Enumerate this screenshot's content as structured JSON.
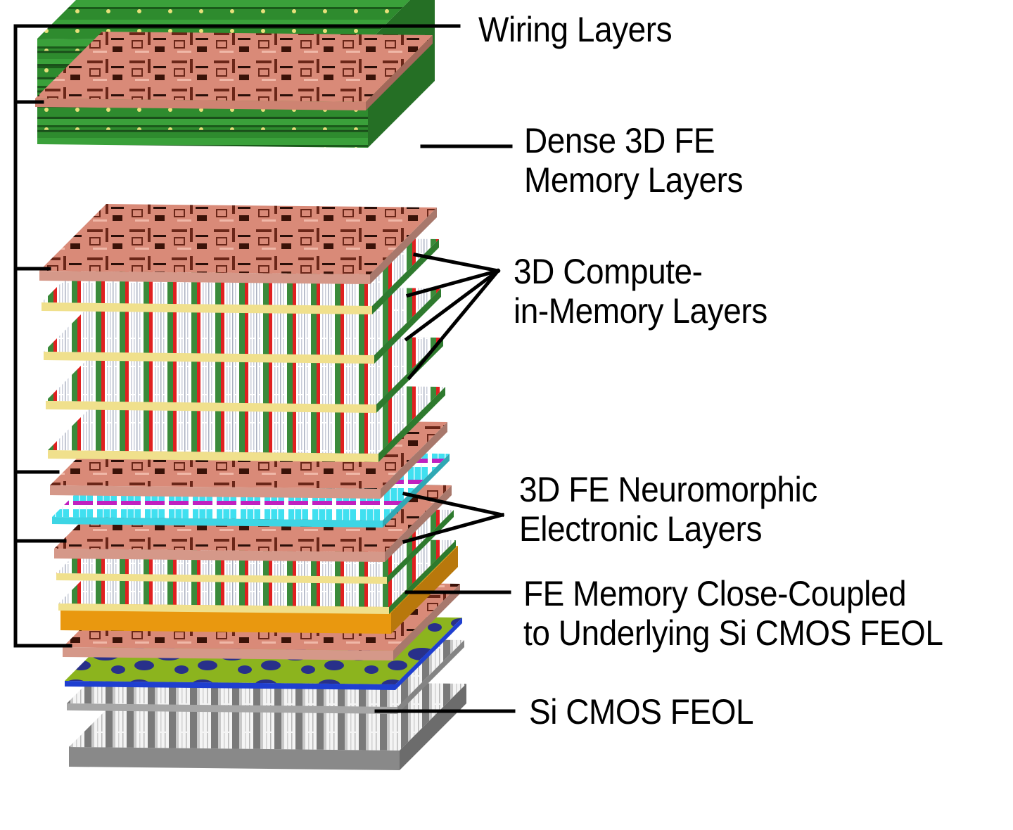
{
  "title": "3D Monolithic Integration Stack",
  "labels": {
    "wiring": {
      "lines": [
        "Wiring Layers"
      ]
    },
    "dense_memory": {
      "lines": [
        "Dense 3D FE",
        "Memory Layers"
      ]
    },
    "compute_in_memory": {
      "lines": [
        "3D Compute-",
        "in-Memory Layers"
      ]
    },
    "neuromorphic": {
      "lines": [
        "3D FE Neuromorphic",
        "Electronic Layers"
      ]
    },
    "close_coupled": {
      "lines": [
        "FE Memory Close-Coupled",
        "to Underlying Si CMOS FEOL"
      ]
    },
    "feol": {
      "lines": [
        "Si CMOS FEOL"
      ]
    }
  },
  "layers": [
    {
      "id": "wiring-top",
      "kind": "wiring",
      "color": "#d98a78"
    },
    {
      "id": "dense-fe-memory",
      "kind": "dense",
      "color": "#2e8b2e",
      "sublayers": 8
    },
    {
      "id": "wiring-2",
      "kind": "wiring",
      "color": "#e0a090"
    },
    {
      "id": "cim-1",
      "kind": "cim",
      "color": "#3a8a3a"
    },
    {
      "id": "cim-2",
      "kind": "cim",
      "color": "#3a8a3a"
    },
    {
      "id": "cim-3",
      "kind": "cim",
      "color": "#3a8a3a"
    },
    {
      "id": "cim-4",
      "kind": "cim",
      "color": "#3a8a3a"
    },
    {
      "id": "wiring-3",
      "kind": "wiring",
      "color": "#e0a090"
    },
    {
      "id": "neuromorphic",
      "kind": "neuro",
      "color": "#40e0f0"
    },
    {
      "id": "wiring-4",
      "kind": "wiring",
      "color": "#e0a090"
    },
    {
      "id": "cim-5",
      "kind": "cim",
      "color": "#3a8a3a"
    },
    {
      "id": "cim-6",
      "kind": "cim",
      "color": "#3a8a3a"
    },
    {
      "id": "orange-substrate",
      "kind": "orange",
      "color": "#f5a010"
    },
    {
      "id": "wiring-5",
      "kind": "wiring",
      "color": "#e0a090"
    },
    {
      "id": "fe-close-coupled",
      "kind": "fe",
      "color": "#8cb41e"
    },
    {
      "id": "si-feol-1",
      "kind": "feol",
      "color": "#b0b0b0"
    },
    {
      "id": "si-feol-base",
      "kind": "base",
      "color": "#909090"
    }
  ],
  "colors": {
    "wiring_copper": "#d98a78",
    "wiring_dark": "#7a2e1e",
    "memory_green": "#2e8b2e",
    "cim_red": "#e02020",
    "cim_yellow": "#f0e08c",
    "neuro_cyan": "#40e0f0",
    "neuro_magenta": "#c020c0",
    "fe_blue": "#1f3fd0",
    "fe_navy": "#28308a",
    "fe_lime": "#8cb41e",
    "orange": "#f5a010",
    "silicon_grey": "#9a9a9a",
    "leader_line": "#000000"
  }
}
